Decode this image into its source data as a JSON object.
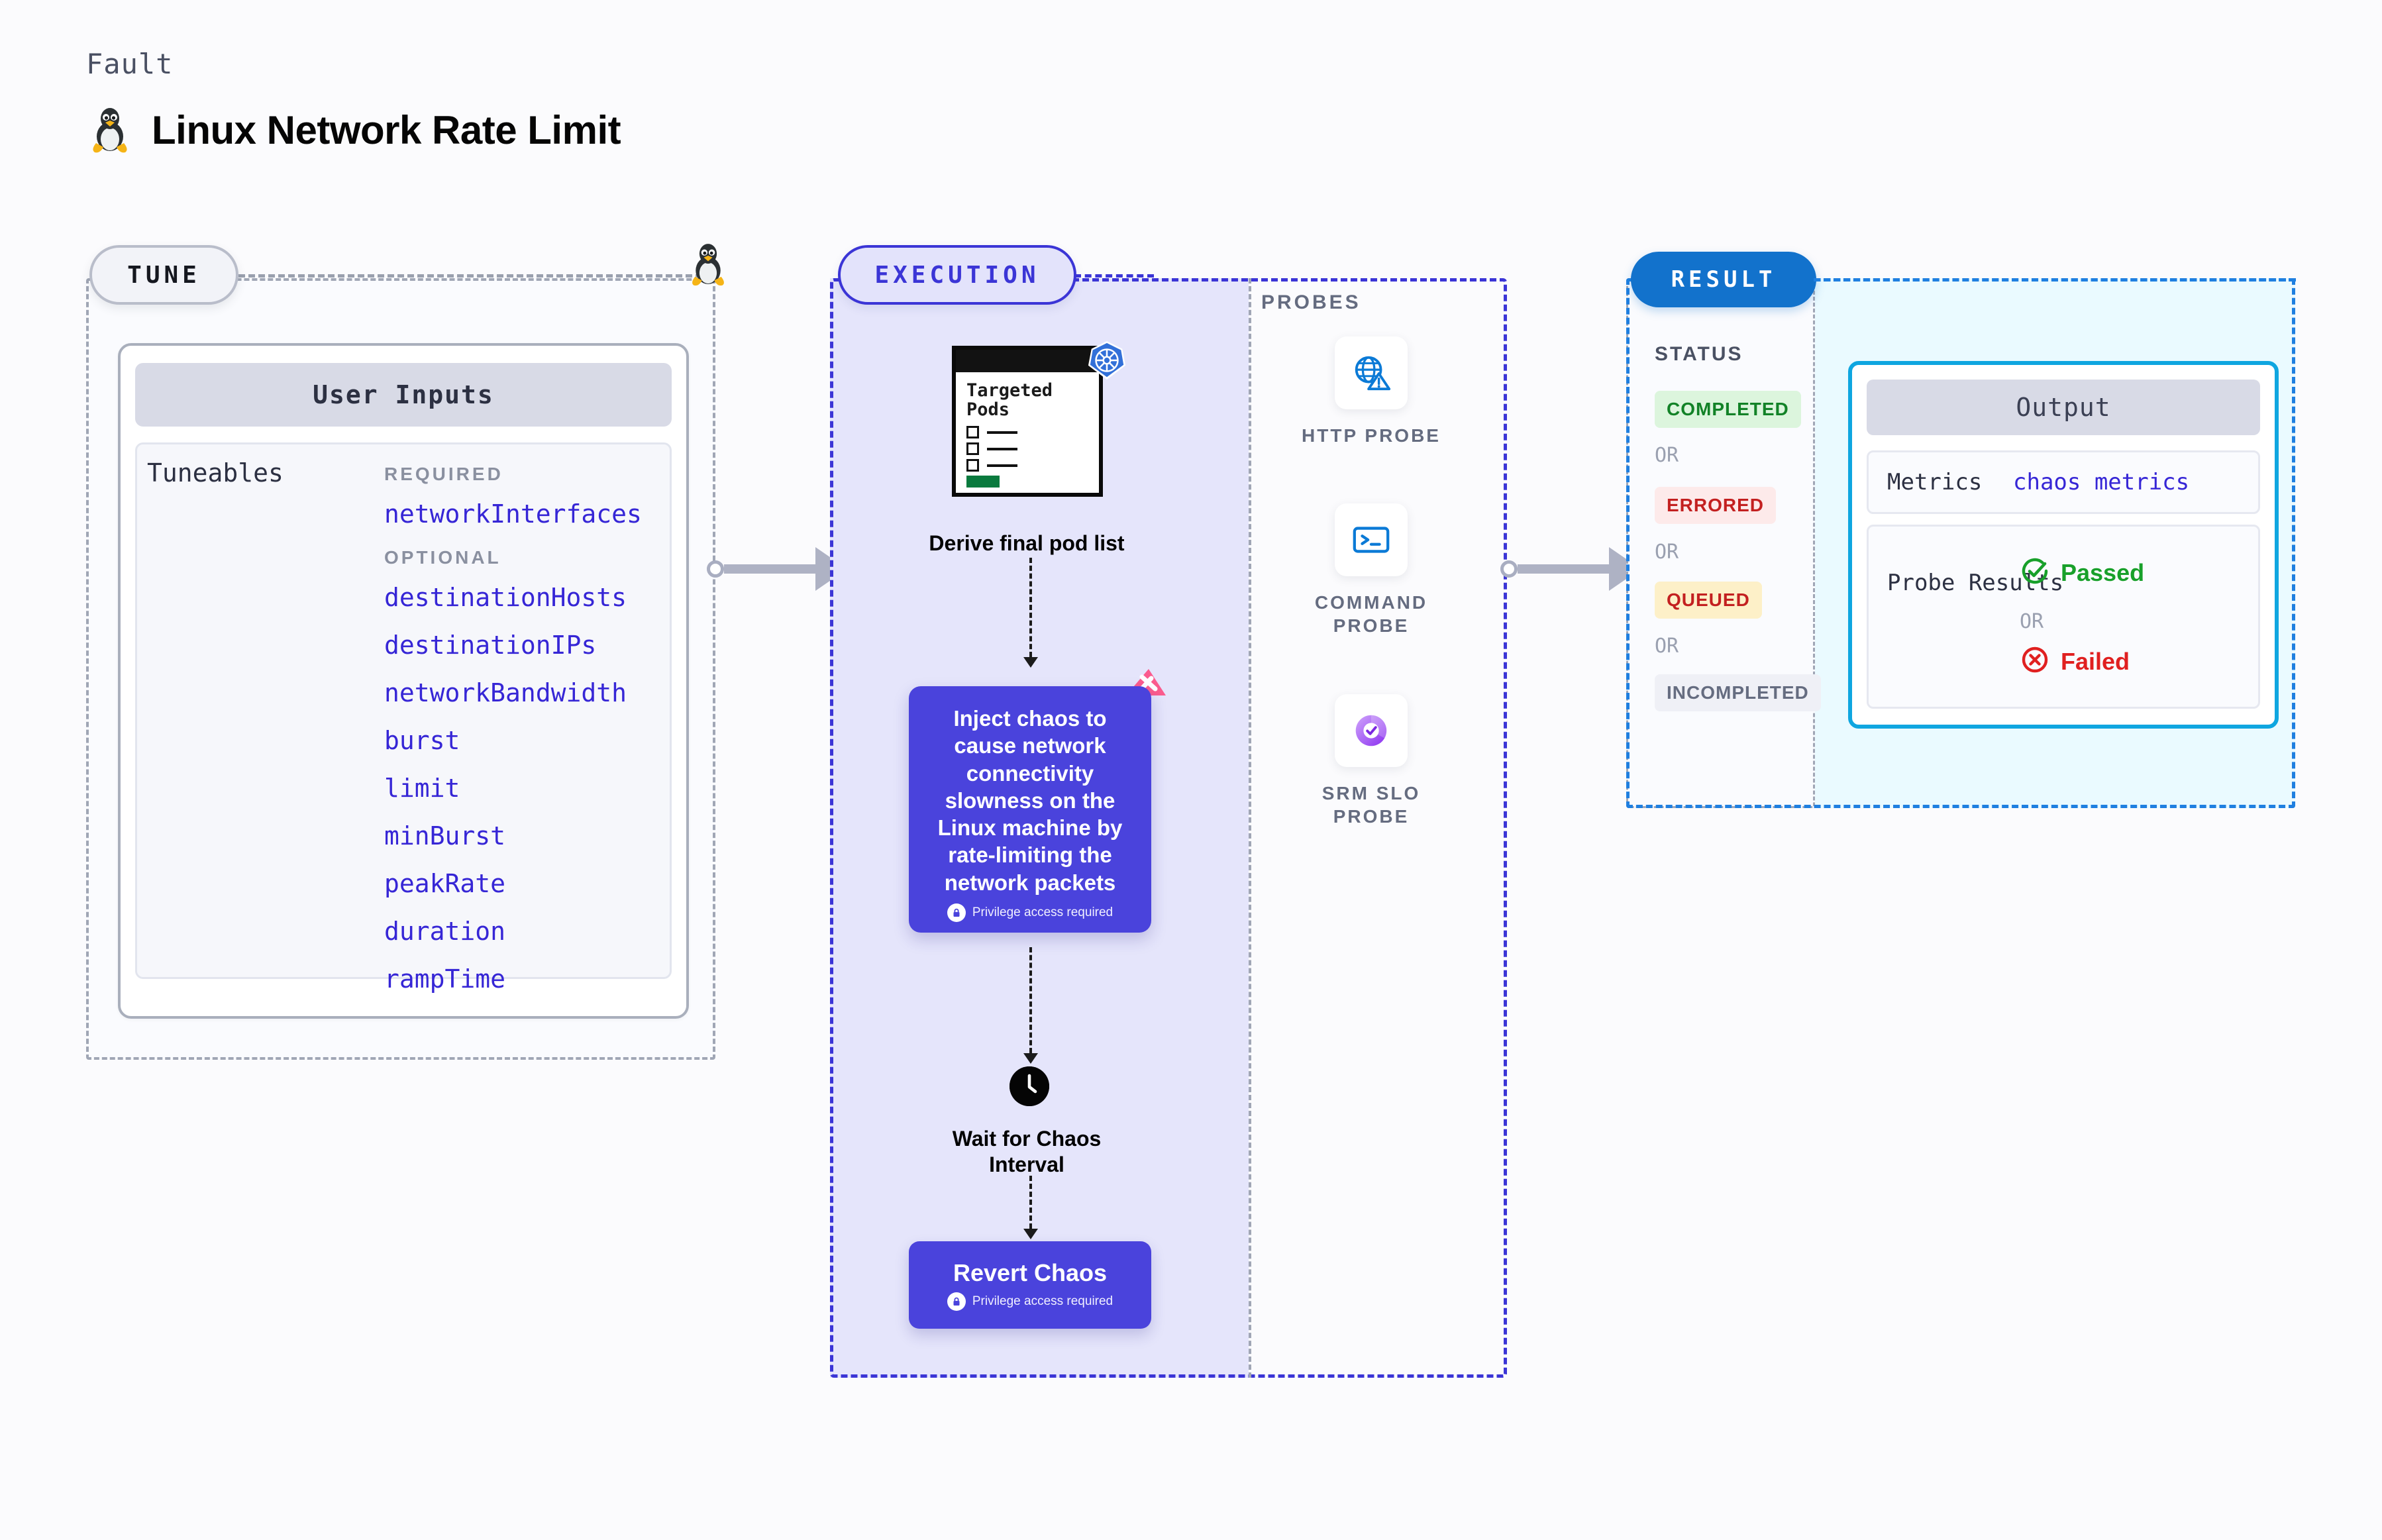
{
  "header": {
    "kicker": "Fault",
    "title": "Linux Network Rate Limit",
    "icon": "linux-penguin-icon"
  },
  "tune": {
    "pill_label": "TUNE",
    "icon": "linux-penguin-icon",
    "card_header": "User Inputs",
    "tuneables_label": "Tuneables",
    "groups": [
      {
        "label": "REQUIRED",
        "items": [
          "networkInterfaces"
        ]
      },
      {
        "label": "OPTIONAL",
        "items": [
          "destinationHosts",
          "destinationIPs",
          "networkBandwidth",
          "burst",
          "limit",
          "minBurst",
          "peakRate",
          "duration",
          "rampTime"
        ]
      }
    ]
  },
  "execution": {
    "pill_label": "EXECUTION",
    "pods_window": {
      "title": "Targeted Pods",
      "badge_icon": "kubernetes-icon",
      "rows": 3
    },
    "derive_caption": "Derive final pod list",
    "chaos_card": {
      "text": "Inject chaos to cause network connectivity slowness on the Linux machine by rate-limiting the network packets",
      "privilege_note": "Privilege access required",
      "privilege_icon": "lock-icon",
      "corner_icon": "harness-logo-icon",
      "color": "#4a43dc"
    },
    "wait_step": {
      "icon": "clock-icon",
      "caption": "Wait for Chaos Interval"
    },
    "revert_card": {
      "title": "Revert Chaos",
      "privilege_note": "Privilege access required",
      "privilege_icon": "lock-icon",
      "color": "#4a43dc"
    }
  },
  "probes": {
    "label": "PROBES",
    "items": [
      {
        "name": "HTTP PROBE",
        "icon": "globe-warning-icon"
      },
      {
        "name": "COMMAND PROBE",
        "icon": "terminal-icon"
      },
      {
        "name": "SRM SLO PROBE",
        "icon": "slo-gauge-icon"
      }
    ]
  },
  "result": {
    "pill_label": "RESULT",
    "status_label": "STATUS",
    "or_label": "OR",
    "statuses": [
      {
        "label": "COMPLETED",
        "color": "#128227",
        "bg": "#dcf5dd"
      },
      {
        "label": "ERRORED",
        "color": "#c32020",
        "bg": "#fdeaea"
      },
      {
        "label": "QUEUED",
        "color": "#c32020",
        "bg": "#fdf0c8"
      },
      {
        "label": "INCOMPLETED",
        "color": "#656c80",
        "bg": "#eff0f6"
      }
    ],
    "output": {
      "header": "Output",
      "metrics_label": "Metrics",
      "metrics_value": "chaos metrics",
      "probe_results_label": "Probe Results",
      "passed_label": "Passed",
      "passed_icon": "check-circle-icon",
      "passed_color": "#18a02a",
      "failed_label": "Failed",
      "failed_icon": "x-circle-icon",
      "failed_color": "#e02020",
      "or_label": "OR"
    }
  },
  "connectors": [
    {
      "name": "tune-to-execution"
    },
    {
      "name": "execution-to-result"
    }
  ]
}
